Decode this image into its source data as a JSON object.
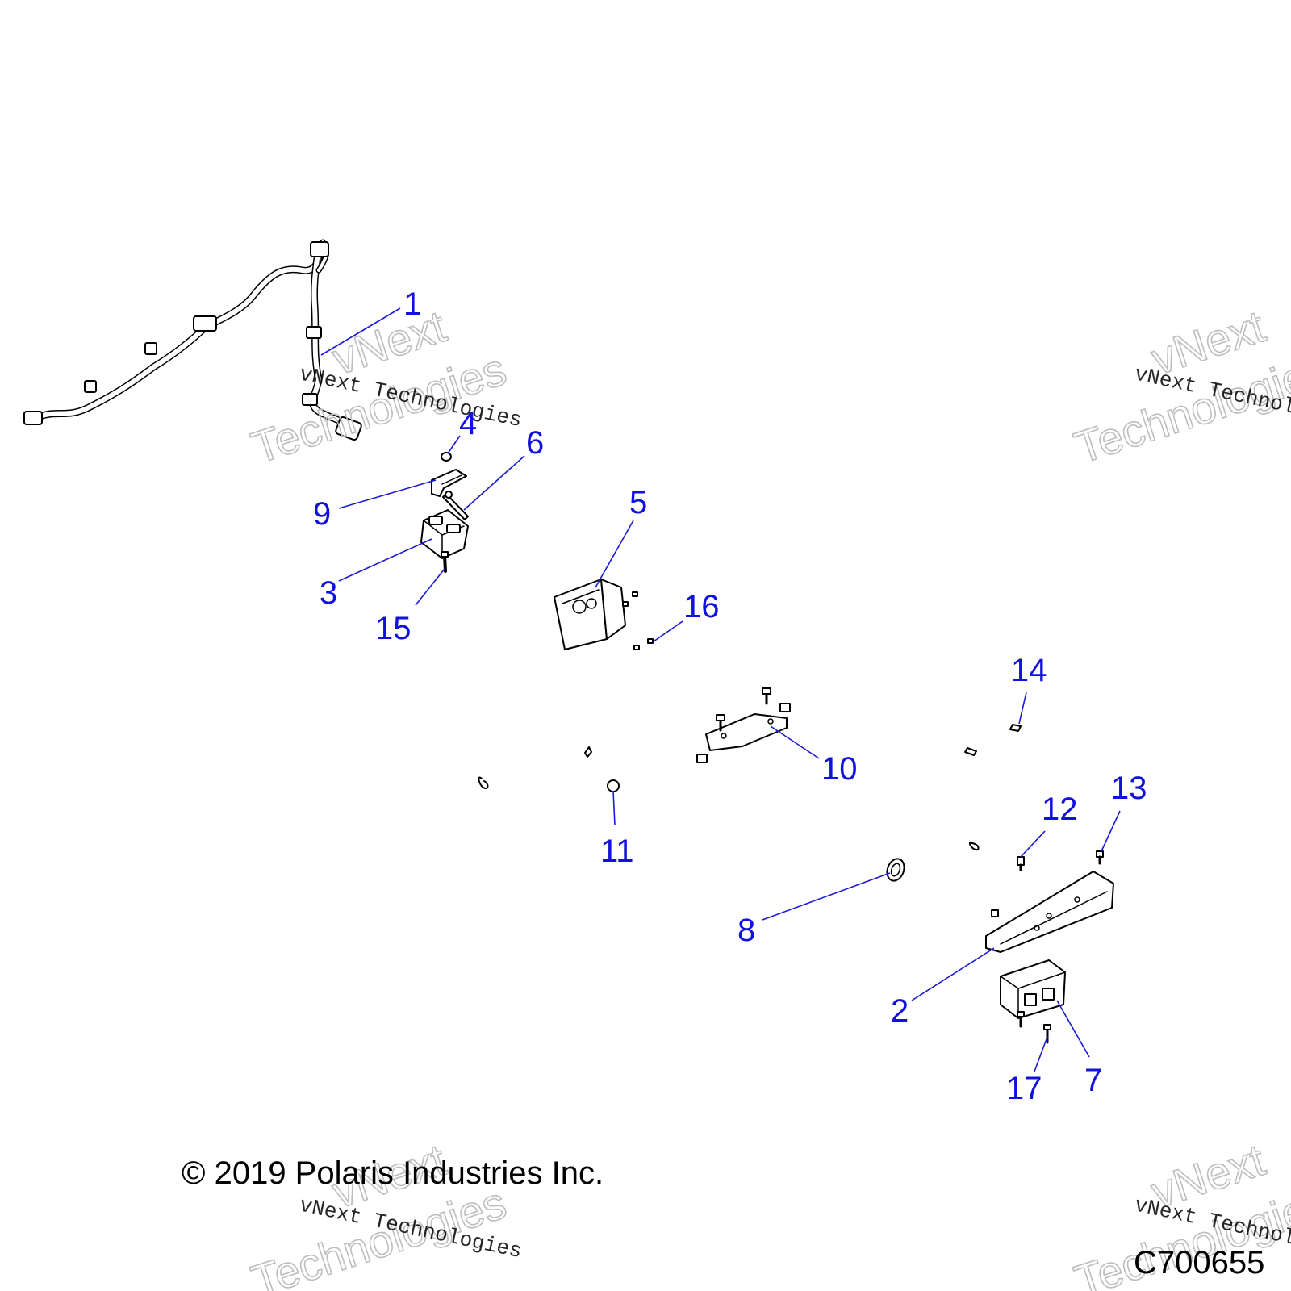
{
  "callouts": [
    {
      "id": "c1",
      "label": "1"
    },
    {
      "id": "c2",
      "label": "2"
    },
    {
      "id": "c3",
      "label": "3"
    },
    {
      "id": "c4",
      "label": "4"
    },
    {
      "id": "c5",
      "label": "5"
    },
    {
      "id": "c6",
      "label": "6"
    },
    {
      "id": "c7",
      "label": "7"
    },
    {
      "id": "c8",
      "label": "8"
    },
    {
      "id": "c9",
      "label": "9"
    },
    {
      "id": "c10",
      "label": "10"
    },
    {
      "id": "c11",
      "label": "11"
    },
    {
      "id": "c12",
      "label": "12"
    },
    {
      "id": "c13",
      "label": "13"
    },
    {
      "id": "c14",
      "label": "14"
    },
    {
      "id": "c15",
      "label": "15"
    },
    {
      "id": "c16",
      "label": "16"
    },
    {
      "id": "c17",
      "label": "17"
    }
  ],
  "copyright": "© 2019 Polaris Industries Inc.",
  "figure_id": "C700655",
  "watermark": {
    "line1": "vNext Technologies",
    "line2_a": "vNext",
    "line2_b": "Technologies"
  },
  "colors": {
    "callout": "#1010e0",
    "leader": "#1a1ad6",
    "line_art": "#000000",
    "watermark_outline": "#bdbdbd"
  }
}
